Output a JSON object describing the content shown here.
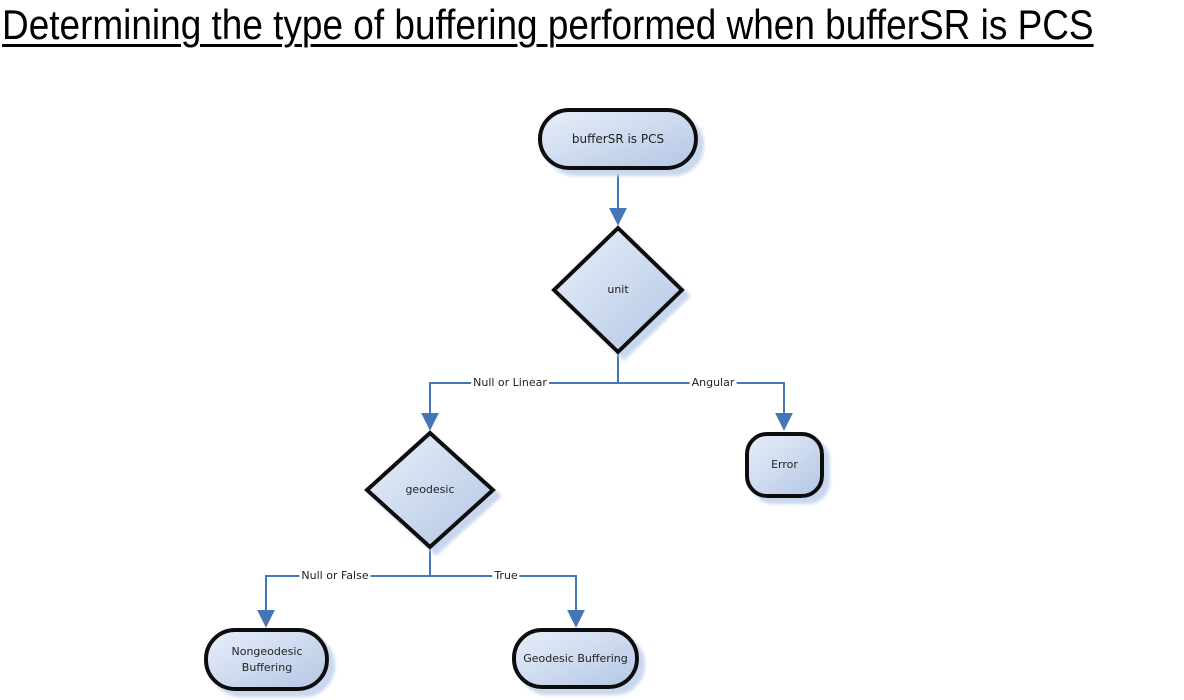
{
  "title": "Determining the type of buffering performed when bufferSR is PCS",
  "colors": {
    "line": "#4576b9",
    "shape_border": "#0a0a0a",
    "fill_light": "#e9effa",
    "fill_dark": "#b3c6e4",
    "shadow": "#c9d7ee",
    "text": "#1f1f1f"
  },
  "flowchart": {
    "nodes": {
      "buffersr": {
        "type": "terminator",
        "label": "bufferSR is PCS"
      },
      "unit": {
        "type": "decision",
        "label": "unit"
      },
      "geodesic": {
        "type": "decision",
        "label": "geodesic"
      },
      "error": {
        "type": "terminator",
        "label": "Error"
      },
      "nongeodesic_buffering": {
        "type": "terminator",
        "label": "Nongeodesic Buffering"
      },
      "geodesic_buffering": {
        "type": "terminator",
        "label": "Geodesic Buffering"
      }
    },
    "edges": [
      {
        "from": "buffersr",
        "to": "unit",
        "label": ""
      },
      {
        "from": "unit",
        "to": "geodesic",
        "label": "Null or Linear"
      },
      {
        "from": "unit",
        "to": "error",
        "label": "Angular"
      },
      {
        "from": "geodesic",
        "to": "nongeodesic_buffering",
        "label": "Null or False"
      },
      {
        "from": "geodesic",
        "to": "geodesic_buffering",
        "label": "True"
      }
    ]
  }
}
